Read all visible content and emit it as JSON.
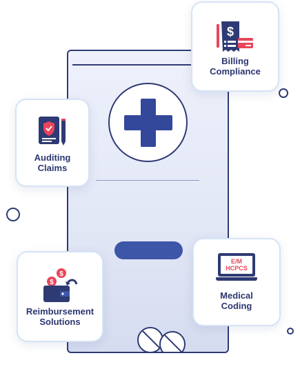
{
  "cards": {
    "billing": {
      "label": "Billing\nCompliance",
      "icon": "billing-receipt-icon"
    },
    "auditing": {
      "label": "Auditing\nClaims",
      "icon": "shield-document-icon"
    },
    "reimbursement": {
      "label": "Reimbursement\nSolutions",
      "icon": "wallet-dollar-icon"
    },
    "coding": {
      "label": "Medical\nCoding",
      "icon": "laptop-code-icon"
    }
  },
  "laptop_screen": {
    "line1": "E/M",
    "line2": "HCPCS"
  },
  "colors": {
    "navy": "#2e3a73",
    "blue": "#3e56a8",
    "red": "#e8455a",
    "card_border": "#d5e3f5"
  }
}
